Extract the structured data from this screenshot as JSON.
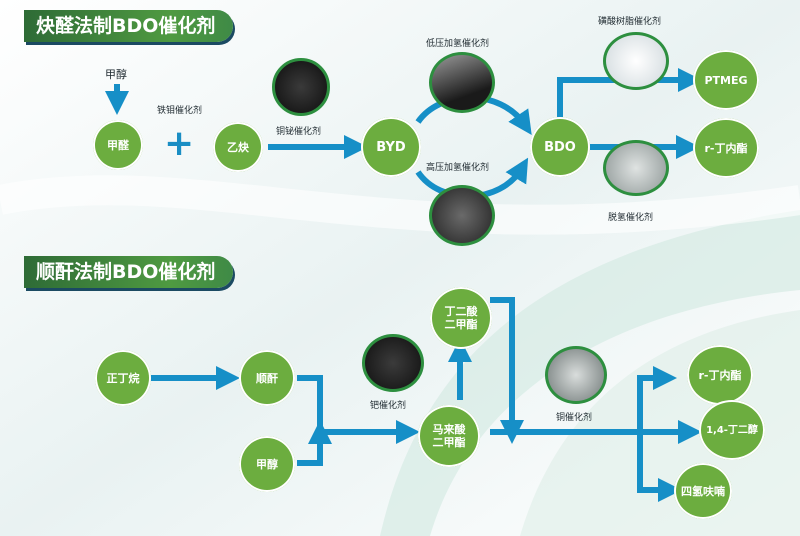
{
  "section1": {
    "title": "炔醛法制BDO催化剂",
    "start_label": "甲醇",
    "formaldehyde": "甲醛",
    "catalyst_iron_mo": "铁钼催化剂",
    "acetylene": "乙炔",
    "catalyst_cu_bi": "铜铋催化剂",
    "byd": "BYD",
    "catalyst_low_p": "低压加氢催化剂",
    "catalyst_high_p": "高压加氢催化剂",
    "bdo": "BDO",
    "catalyst_resin": "磺酸树脂催化剂",
    "ptmeg": "PTMEG",
    "gbl": "r-丁内酯",
    "catalyst_dehydro": "脱氢催化剂"
  },
  "section2": {
    "title": "顺酐法制BDO催化剂",
    "butane": "正丁烷",
    "maleic_anhydride": "顺酐",
    "methanol": "甲醇",
    "catalyst_pd": "钯催化剂",
    "dimethyl_maleate": "马来酸\n二甲酯",
    "dimethyl_succinate": "丁二酸\n二甲酯",
    "catalyst_cu": "铜催化剂",
    "gbl": "r-丁内酯",
    "bdo": "1,4-丁二醇",
    "thf": "四氢呋喃"
  },
  "colors": {
    "node": "#6cad3f",
    "arrow": "#168fc7",
    "banner": "#4f9a41"
  }
}
